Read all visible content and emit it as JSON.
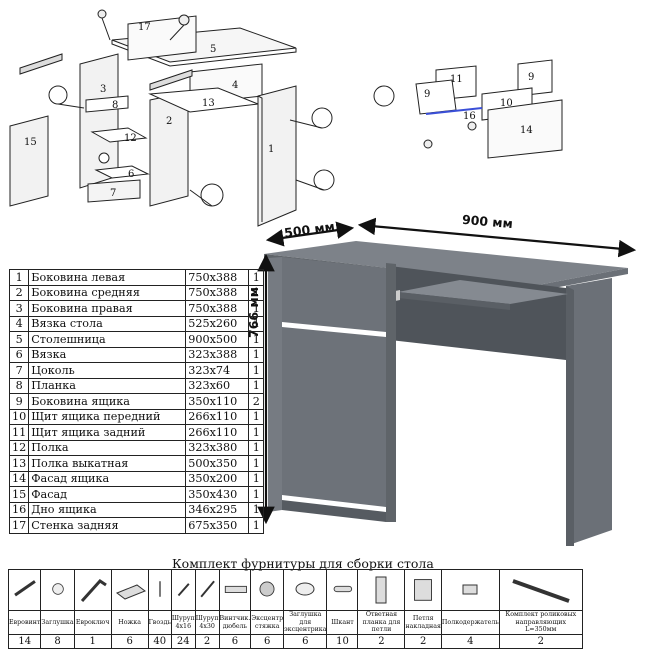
{
  "dimensions": {
    "depth": "500 мм",
    "width": "900 мм",
    "height": "766 мм"
  },
  "callouts": [
    "1",
    "2",
    "3",
    "4",
    "5",
    "6",
    "7",
    "8",
    "12",
    "13",
    "15",
    "17"
  ],
  "drawer_callouts": [
    "9",
    "10",
    "11",
    "14",
    "16",
    "9"
  ],
  "parts": [
    {
      "n": "1",
      "name": "Боковина левая",
      "size": "750x388",
      "qty": "1"
    },
    {
      "n": "2",
      "name": "Боковина средняя",
      "size": "750x388",
      "qty": "1"
    },
    {
      "n": "3",
      "name": "Боковина правая",
      "size": "750x388",
      "qty": "1"
    },
    {
      "n": "4",
      "name": "Вязка стола",
      "size": "525x260",
      "qty": "1"
    },
    {
      "n": "5",
      "name": "Столешница",
      "size": "900x500",
      "qty": "1"
    },
    {
      "n": "6",
      "name": "Вязка",
      "size": "323x388",
      "qty": "1"
    },
    {
      "n": "7",
      "name": "Цоколь",
      "size": "323x74",
      "qty": "1"
    },
    {
      "n": "8",
      "name": "Планка",
      "size": "323x60",
      "qty": "1"
    },
    {
      "n": "9",
      "name": "Боковина ящика",
      "size": "350x110",
      "qty": "2"
    },
    {
      "n": "10",
      "name": "Щит ящика передний",
      "size": "266x110",
      "qty": "1"
    },
    {
      "n": "11",
      "name": "Щит ящика задний",
      "size": "266x110",
      "qty": "1"
    },
    {
      "n": "12",
      "name": "Полка",
      "size": "323x380",
      "qty": "1"
    },
    {
      "n": "13",
      "name": "Полка выкатная",
      "size": "500x350",
      "qty": "1"
    },
    {
      "n": "14",
      "name": "Фасад ящика",
      "size": "350x200",
      "qty": "1"
    },
    {
      "n": "15",
      "name": "Фасад",
      "size": "350x430",
      "qty": "1"
    },
    {
      "n": "16",
      "name": "Дно ящика",
      "size": "346x295",
      "qty": "1"
    },
    {
      "n": "17",
      "name": "Стенка задняя",
      "size": "675x350",
      "qty": "1"
    }
  ],
  "kit": {
    "title": "Комплект фурнитуры для сборки стола",
    "items": [
      {
        "icon": "euroscrew-icon",
        "label": "Евровинт",
        "count": "14"
      },
      {
        "icon": "cap-icon",
        "label": "Заглушка",
        "count": "8"
      },
      {
        "icon": "hex-key-icon",
        "label": "Евроключ",
        "count": "1"
      },
      {
        "icon": "foot-icon",
        "label": "Ножка",
        "count": "6"
      },
      {
        "icon": "nail-icon",
        "label": "Гвоздь",
        "count": "40"
      },
      {
        "icon": "screw-small-icon",
        "label": "Шуруп 4х16",
        "count": "24"
      },
      {
        "icon": "screw-long-icon",
        "label": "Шуруп 4х30",
        "count": "2"
      },
      {
        "icon": "dowel-icon",
        "label": "Винтчик. дюбель",
        "count": "6"
      },
      {
        "icon": "cam-icon",
        "label": "Эксцентр стяжка",
        "count": "6"
      },
      {
        "icon": "cam-cap-icon",
        "label": "Заглушка для эксцентрика",
        "count": "6"
      },
      {
        "icon": "pin-icon",
        "label": "Шкант",
        "count": "10"
      },
      {
        "icon": "hinge-plate-icon",
        "label": "Ответная планка для петли",
        "count": "2"
      },
      {
        "icon": "hinge-icon",
        "label": "Петля накладная",
        "count": "2"
      },
      {
        "icon": "shelf-support-icon",
        "label": "Полкодержатель",
        "count": "4"
      },
      {
        "icon": "rail-icon",
        "label": "Комплект роликовых направляющих L=350мм",
        "count": "2"
      }
    ]
  },
  "colors": {
    "desk": "#6b7077",
    "desk_dark": "#555a60",
    "desk_light": "#7d8289"
  }
}
